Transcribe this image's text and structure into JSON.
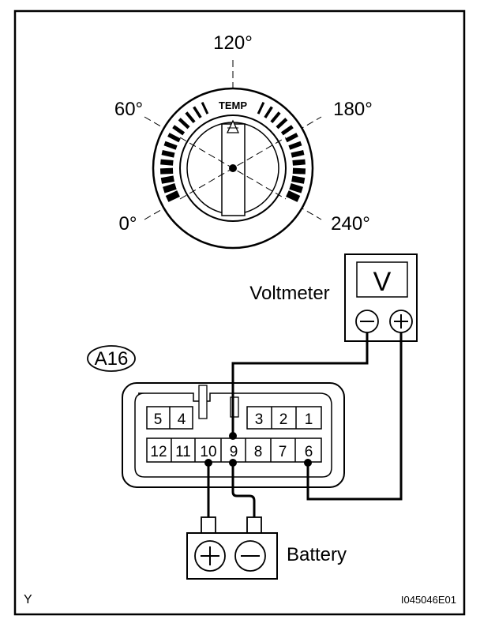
{
  "dial": {
    "angles": [
      "120°",
      "60°",
      "180°",
      "0°",
      "240°"
    ],
    "temp_label": "TEMP"
  },
  "voltmeter": {
    "label": "Voltmeter",
    "display": "V",
    "minus": "−",
    "plus": "+"
  },
  "connector": {
    "id": "A16",
    "top_row_left": [
      "5",
      "4"
    ],
    "top_row_right": [
      "3",
      "2",
      "1"
    ],
    "bottom_row": [
      "12",
      "11",
      "10",
      "9",
      "8",
      "7",
      "6"
    ]
  },
  "battery": {
    "label": "Battery",
    "plus": "+",
    "minus": "−"
  },
  "footer": {
    "left": "Y",
    "code": "I045046E01"
  }
}
